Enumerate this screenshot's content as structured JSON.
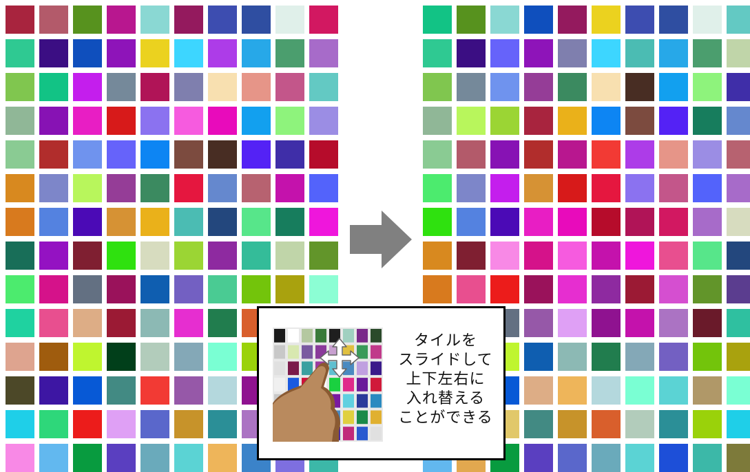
{
  "callout": {
    "caption_lines": [
      "タイルを",
      "スライドして",
      "上下左右に",
      "入れ替える",
      "ことができる"
    ]
  },
  "icons": {
    "transition": "right-arrow-icon",
    "move": "four-way-move-icon",
    "hand": "pointing-finger-icon"
  },
  "colors": {
    "arrow": "#808080",
    "callout_border": "#000000"
  },
  "grid_before": [
    [
      "#a8243e",
      "#b35a6a",
      "#57921e",
      "#b8178f",
      "#8ad8d3",
      "#941a5e",
      "#3d4db0",
      "#2f4ea1",
      "#e0f0ea",
      "#d21861"
    ],
    [
      "#2fc992",
      "#3b0e83",
      "#0f4fbd",
      "#8e14b9",
      "#ebd21f",
      "#3dd6ff",
      "#ad3ce8",
      "#27a8e8",
      "#4b9e6e",
      "#a76bc9"
    ],
    [
      "#80c64f",
      "#12c385",
      "#c41eed",
      "#75899a",
      "#b01457",
      "#7f7fae",
      "#f8e0b0",
      "#e69588",
      "#c3568a",
      "#63c9c3"
    ],
    [
      "#90b797",
      "#8712b4",
      "#e81ec4",
      "#d71a1a",
      "#8b72f0",
      "#f65bdf",
      "#e80bbb",
      "#12a0ef",
      "#8ef37c",
      "#9b8de4"
    ],
    [
      "#8acb93",
      "#b12d2c",
      "#6f93ee",
      "#6663fa",
      "#0d85f3",
      "#7c4b3f",
      "#482d23",
      "#5422f5",
      "#3f2ea8",
      "#b60c2b"
    ],
    [
      "#d8891f",
      "#7d86c9",
      "#b8f65c",
      "#953d97",
      "#3b8a60",
      "#e5173f",
      "#6588ce",
      "#b76270",
      "#c412ac",
      "#5363fb"
    ],
    [
      "#d87a1e",
      "#5482e0",
      "#4b0ab6",
      "#d69234",
      "#eab11a",
      "#4bbcb3",
      "#23477d",
      "#57e68a",
      "#177d5d",
      "#ef16dc"
    ],
    [
      "#186e58",
      "#9412c2",
      "#7f1f31",
      "#2fe10f",
      "#d7dcbf",
      "#9bd534",
      "#8e2aa0",
      "#34bc99",
      "#c0d5a9",
      "#62952a"
    ],
    [
      "#4ceb6e",
      "#d5128a",
      "#637082",
      "#9a125b",
      "#0f5eb0",
      "#7360c2",
      "#4acb93",
      "#73c40b",
      "#a9a20e",
      "#8cfed4"
    ],
    [
      "#1fd2a0",
      "#e84f8f",
      "#ddad86",
      "#9b1a34",
      "#8cb9b4",
      "#e62ed0",
      "#217d4e",
      "#d95f2c",
      "#e1c86a",
      "#5b23cd"
    ],
    [
      "#dea48f",
      "#9f5c0e",
      "#bff52f",
      "#013f1a",
      "#b2ccbb",
      "#84a8b7",
      "#7affd3",
      "#9ad20a",
      "#5e7ec0",
      "#ba1277"
    ],
    [
      "#4c4828",
      "#3d16a3",
      "#0759d6",
      "#428a83",
      "#f23a34",
      "#9658a8",
      "#b4d8dd",
      "#8f1290",
      "#c0c26a",
      "#2a6ac2"
    ],
    [
      "#1fcfe8",
      "#2ed77a",
      "#ec1c1b",
      "#dfa0f5",
      "#5a67cb",
      "#c7932a",
      "#2b8f97",
      "#ab73c3",
      "#e2a84f",
      "#47a4a4"
    ],
    [
      "#f889e6",
      "#62b8ef",
      "#089b3f",
      "#5a3fc0",
      "#6aaabb",
      "#5bd3d4",
      "#eeb55a",
      "#3b83c9",
      "#7e6fe0",
      "#3cb8a8"
    ]
  ],
  "grid_after": [
    [
      "#12c385",
      "#57921e",
      "#8ad8d3",
      "#0f4fbd",
      "#941a5e",
      "#ebd21f",
      "#3d4db0",
      "#2f4ea1",
      "#e0f0ea",
      "#63c9c3"
    ],
    [
      "#2fc992",
      "#3b0e83",
      "#6663fa",
      "#8e14b9",
      "#7f7fae",
      "#3dd6ff",
      "#4bbcb3",
      "#27a8e8",
      "#4b9e6e",
      "#c0d5a9"
    ],
    [
      "#80c64f",
      "#75899a",
      "#6f93ee",
      "#953d97",
      "#3b8a60",
      "#f8e0b0",
      "#482d23",
      "#12a0ef",
      "#8ef37c",
      "#3f2ea8"
    ],
    [
      "#90b797",
      "#b8f65c",
      "#9bd534",
      "#a8243e",
      "#eab11a",
      "#0d85f3",
      "#7c4b3f",
      "#5422f5",
      "#177d5d",
      "#6588ce"
    ],
    [
      "#8acb93",
      "#b35a6a",
      "#8712b4",
      "#b12d2c",
      "#b8178f",
      "#f23a34",
      "#ad3ce8",
      "#e69588",
      "#9b8de4",
      "#b76270"
    ],
    [
      "#4ceb6e",
      "#7d86c9",
      "#c41eed",
      "#d69234",
      "#d71a1a",
      "#e5173f",
      "#8b72f0",
      "#c3568a",
      "#5363fb",
      "#a76bc9"
    ],
    [
      "#2fe10f",
      "#5482e0",
      "#4b0ab6",
      "#e81ec4",
      "#e80bbb",
      "#b60c2b",
      "#b01457",
      "#d21861",
      "#a76bc9",
      "#d7dcbf"
    ],
    [
      "#d8891f",
      "#7f1f31",
      "#f889e6",
      "#d5128a",
      "#f65bdf",
      "#c412ac",
      "#ef16dc",
      "#e84f8f",
      "#57e68a",
      "#23477d"
    ],
    [
      "#d87a1e",
      "#e84f8f",
      "#ec1c1b",
      "#9a125b",
      "#e62ed0",
      "#8e2aa0",
      "#9b1a34",
      "#d54fd0",
      "#62952a",
      "#5b3d8f"
    ],
    [
      "#1fd2a0",
      "#d5128a",
      "#637082",
      "#9658a8",
      "#dfa0f5",
      "#8f1290",
      "#c412ac",
      "#ab73c3",
      "#6a1a2a",
      "#2fc0a0"
    ],
    [
      "#dea48f",
      "#9f5c0e",
      "#bff52f",
      "#0f5eb0",
      "#8cb9b4",
      "#217d4e",
      "#84a8b7",
      "#7360c2",
      "#73c40b",
      "#a9a20e"
    ],
    [
      "#4c4828",
      "#3d16a3",
      "#0759d6",
      "#ddad86",
      "#eeb55a",
      "#b4d8dd",
      "#7affd3",
      "#5bd3d4",
      "#b09868",
      "#7affd3"
    ],
    [
      "#1fcfe8",
      "#2ed77a",
      "#e1c86a",
      "#428a83",
      "#c7932a",
      "#d95f2c",
      "#b2ccbb",
      "#2b8f97",
      "#9ad20a",
      "#1fcfe8"
    ],
    [
      "#62b8ef",
      "#e2a84f",
      "#089b3f",
      "#5a3fc0",
      "#5a67cb",
      "#6aaabb",
      "#5bd3d4",
      "#1d4fd8",
      "#3cb8a8",
      "#7d7a3a"
    ]
  ],
  "thumbnail": {
    "tiles": [
      [
        "#1a1a1a",
        "#ffffff",
        "#b4c8a0",
        "#3a7a3a",
        "#1f1f1f",
        "#a0d0c0",
        "#7a2a8a",
        "#2a4a2a"
      ],
      [
        "#c8c8c8",
        "#d8e8b0",
        "#7a5aa0",
        "#8a3a9a",
        "#c8a0d0",
        "#e0c040",
        "#3a9a5a",
        "#c03a8a"
      ],
      [
        "#e0e0e0",
        "#7a1a4a",
        "#3aa0a0",
        "#9a3aa0",
        "#60c0d0",
        "#4a8ac0",
        "#c0a0e0",
        "#3a1a8a"
      ],
      [
        "#f0f0f0",
        "#1a5ae0",
        "#d0103a",
        "#ffffff",
        "#1ad040",
        "#e02a8a",
        "#6a1a9a",
        "#d01a3a"
      ],
      [
        "#c8c8c8",
        "#3a2aa0",
        "#9a1a9a",
        "#0a1a7a",
        "#7a1aa0",
        "#60d0e0",
        "#2a3a9a",
        "#2a8ac0"
      ],
      [
        "#e0e0e0",
        "#1a2a9a",
        "#2a3aa0",
        "#ffffff",
        "#4a8ac0",
        "#e0d040",
        "#1a8a4a",
        "#e0b030"
      ],
      [
        "#f0f0f0",
        "#ffffff",
        "#7a1a1a",
        "#ffffff",
        "#4a2aa0",
        "#c02a7a",
        "#2a5ad0",
        "#e0e0e0"
      ]
    ],
    "skin": "#b98a5e",
    "skin_shadow": "#8a5a32"
  }
}
